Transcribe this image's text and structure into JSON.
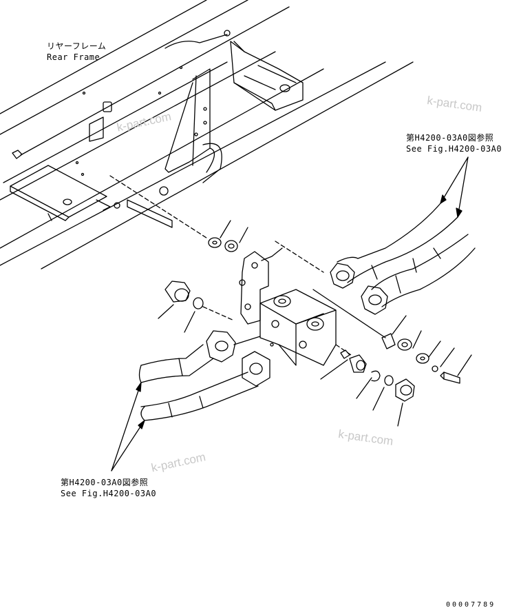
{
  "labels": {
    "rear_frame_jp": "リヤーフレーム",
    "rear_frame_en": "Rear Frame",
    "ref_top_jp": "第H4200-03A0図参照",
    "ref_top_en": "See Fig.H4200-03A0",
    "ref_bottom_jp": "第H4200-03A0図参照",
    "ref_bottom_en": "See Fig.H4200-03A0"
  },
  "watermarks": [
    "k-part.com",
    "k-part.com",
    "k-part.com",
    "k-part.com"
  ],
  "document_number": "00007789"
}
